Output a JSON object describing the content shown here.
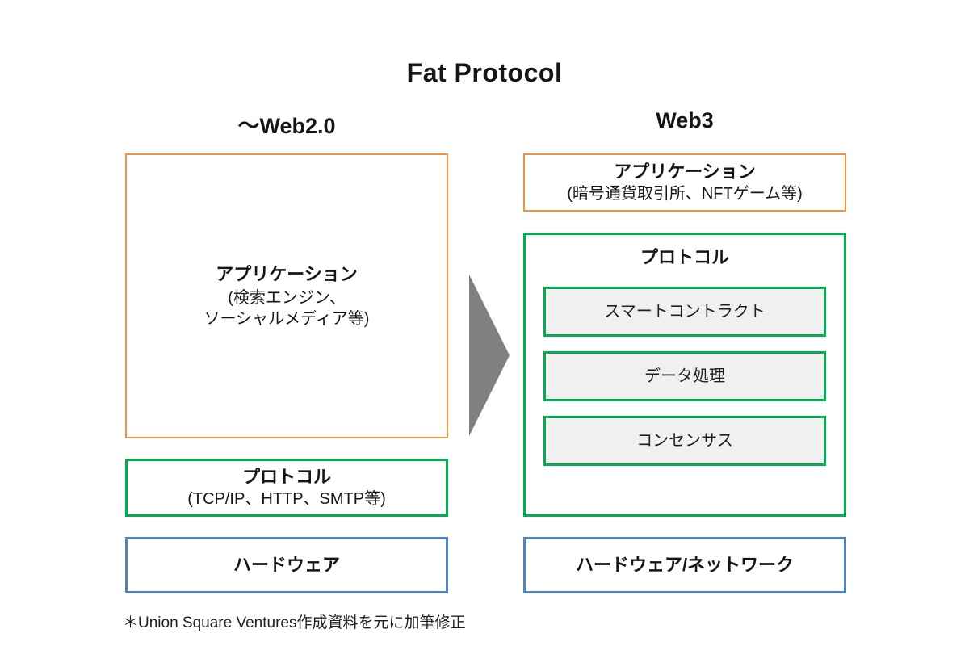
{
  "slide": {
    "title": "Fat Protocol",
    "footnote": "＊Union Square Ventures作成資料を元に加筆修正",
    "background_color": "#FFFFFF"
  },
  "colors": {
    "application_border": "#ED9440",
    "protocol_border": "#00B050",
    "hardware_border": "#5084C0",
    "inner_box_fill": "#F0F0F0",
    "arrow_fill": "#808080",
    "text": "#161616"
  },
  "columns": [
    {
      "id": "web2",
      "header": "〜Web2.0",
      "layers": [
        {
          "id": "application",
          "title": "アプリケーション",
          "subtitle_lines": [
            "(検索エンジン、",
            "ソーシャルメディア等)"
          ],
          "border_color": "#ED9440"
        },
        {
          "id": "protocol",
          "title": "プロトコル",
          "subtitle_lines": [
            "(TCP/IP、HTTP、SMTP等)"
          ],
          "border_color": "#00B050"
        },
        {
          "id": "hardware",
          "title": "ハードウェア",
          "subtitle_lines": [],
          "border_color": "#5084C0"
        }
      ]
    },
    {
      "id": "web3",
      "header": "Web3",
      "layers": [
        {
          "id": "application",
          "title": "アプリケーション",
          "subtitle_lines": [
            "(暗号通貨取引所、NFTゲーム等)"
          ],
          "border_color": "#ED9440"
        },
        {
          "id": "protocol",
          "title": "プロトコル",
          "subtitle_lines": [],
          "border_color": "#00B050",
          "inner_boxes": [
            "スマートコントラクト",
            "データ処理",
            "コンセンサス"
          ]
        },
        {
          "id": "hardware",
          "title": "ハードウェア/ネットワーク",
          "subtitle_lines": [],
          "border_color": "#5084C0"
        }
      ]
    }
  ],
  "arrow": {
    "icon": "right-arrow-icon",
    "direction": "right",
    "fill": "#808080"
  }
}
